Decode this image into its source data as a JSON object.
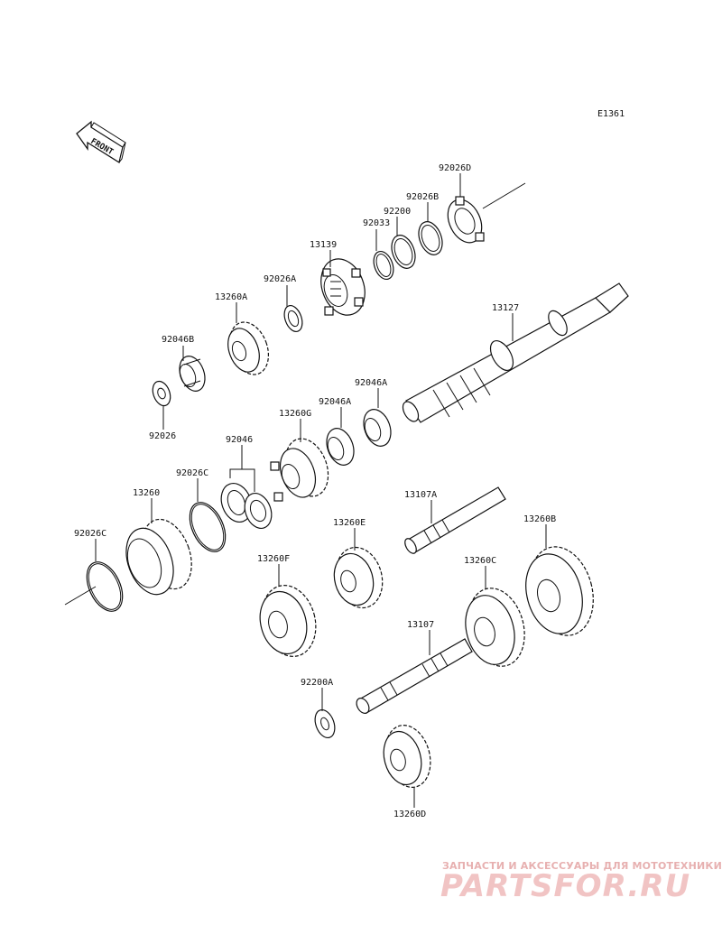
{
  "diagram_id": "E1361",
  "front_label": "FRONT",
  "parts": {
    "p92026D": "92026D",
    "p92026B": "92026B",
    "p92200": "92200",
    "p92033": "92033",
    "p13139": "13139",
    "p92026A": "92026A",
    "p13260A": "13260A",
    "p92046B": "92046B",
    "p92026": "92026",
    "p13127": "13127",
    "p92046A_1": "92046A",
    "p92046A_2": "92046A",
    "p13260G": "13260G",
    "p92046": "92046",
    "p92026C_1": "92026C",
    "p13260": "13260",
    "p92026C_2": "92026C",
    "p13107A": "13107A",
    "p13260E": "13260E",
    "p13260B": "13260B",
    "p13260F": "13260F",
    "p13260C": "13260C",
    "p13107": "13107",
    "p92200A": "92200A",
    "p13260D": "13260D"
  },
  "watermark": {
    "caption": "ЗАПЧАСТИ И АКСЕССУАРЫ ДЛЯ МОТОТЕХНИКИ",
    "logo": "PARTSFOR.RU"
  }
}
